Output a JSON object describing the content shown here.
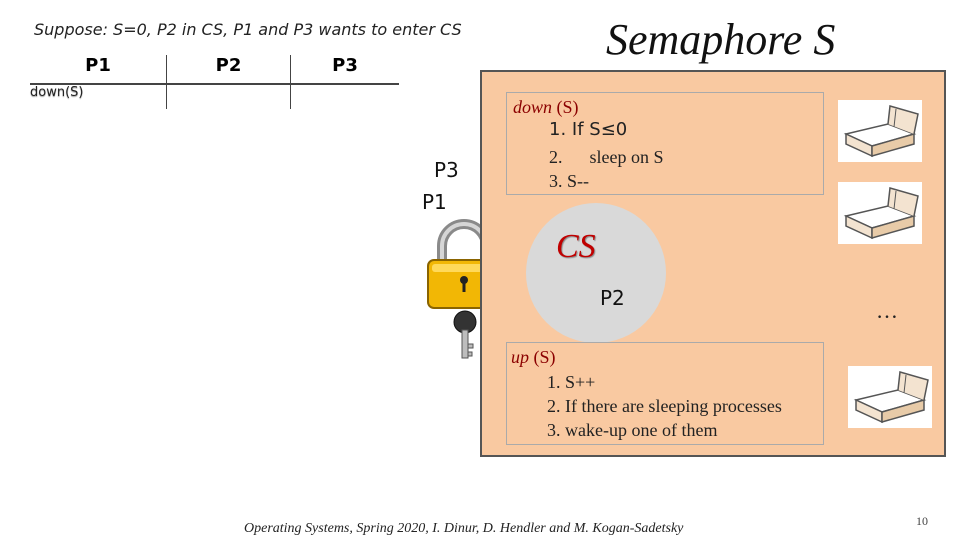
{
  "header": {
    "suppose": "Suppose: S=0, P2 in CS, P1 and P3 wants to enter CS",
    "title": "Semaphore S"
  },
  "table": {
    "columns": [
      "P1",
      "P2",
      "P3"
    ],
    "rows": [
      [
        "down(S)",
        "",
        ""
      ]
    ]
  },
  "waiting": {
    "p3": "P3",
    "p1": "P1"
  },
  "down_box": {
    "name": "down",
    "arg": " (S)",
    "line1": "1. If S≤0",
    "line2": "2.      sleep on S",
    "line3": "3. S--"
  },
  "critical_section": {
    "label": "CS",
    "process": "P2"
  },
  "up_box": {
    "name": "up",
    "arg": " (S)",
    "line1": "1. S++",
    "line2": "2. If there are sleeping processes",
    "line3": "3. wake-up one of them"
  },
  "ellipsis": "…",
  "footer": {
    "credit": "Operating Systems, Spring 2020, I. Dinur, D. Hendler and M. Kogan-Sadetsky",
    "page": "10"
  },
  "icons": [
    "lock-icon",
    "key-icon",
    "bed-icon"
  ],
  "colors": {
    "semaphore_bg": "#f9c9a1",
    "cs_circle": "#d9d9d9",
    "cs_text": "#c00000",
    "lock_body": "#f2b705"
  }
}
